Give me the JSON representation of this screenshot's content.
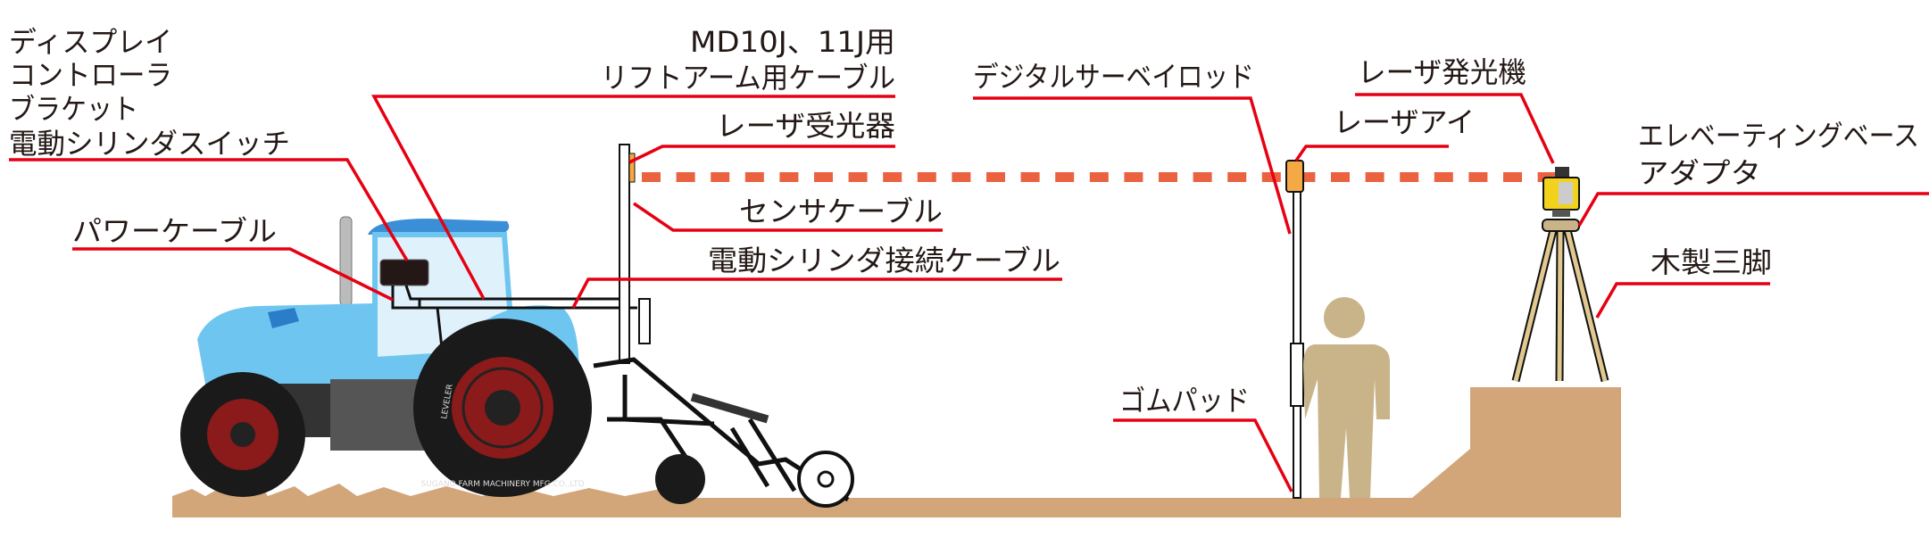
{
  "labels": {
    "display_bracket": [
      "ディスプレイ",
      "コントローラ",
      "ブラケット",
      "電動シリンダスイッチ"
    ],
    "lift_arm_cable": [
      "MD10J、11J用",
      "リフトアーム用ケーブル"
    ],
    "laser_receiver": "レーザ受光器",
    "sensor_cable": "センサケーブル",
    "cylinder_cable": "電動シリンダ接続ケーブル",
    "power_cable": "パワーケーブル",
    "survey_rod": "デジタルサーベイロッド",
    "laser_transmitter": "レーザ発光機",
    "laser_eye": "レーザアイ",
    "elevating_base": [
      "エレベーティングベース",
      "アダプタ"
    ],
    "wooden_tripod": "木製三脚",
    "rubber_pad": "ゴムパッド"
  },
  "tire_text": {
    "brand": "SUGANO FARM MACHINERY MFG.CO.,LTD",
    "model": "LEVELER"
  },
  "colors": {
    "leader": "#e60012",
    "laser_beam": "#ea6240",
    "tractor_body": "#6ec6f0",
    "tractor_roof": "#3a8fd6",
    "ground": "#d2a679",
    "person": "#c9b48a",
    "tripod": "#e0c88e",
    "transmitter": "#f2d21b",
    "laser_eye": "#f5a944",
    "rim": "#8b1a1a"
  }
}
